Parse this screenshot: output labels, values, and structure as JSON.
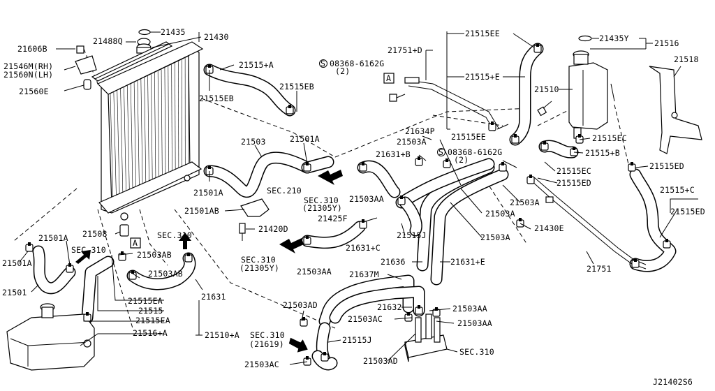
{
  "diagram_id": "J21402S6",
  "labels": {
    "p21435": "21435",
    "p21430": "21430",
    "p21488q": "21488Q",
    "p21606b": "21606B",
    "p21546m": "21546M(RH)",
    "p21560n": "21560N(LH)",
    "p21560e": "21560E",
    "p21515a": "21515+A",
    "p21515eb1": "21515EB",
    "p21515eb2": "21515EB",
    "p21503": "21503",
    "p21501a_top": "21501A",
    "p21501a_mid": "21501A",
    "p21501ab": "21501AB",
    "p21420d": "21420D",
    "sec210": "SEC.210",
    "sec310_a": "SEC.310",
    "sec310_a2": "(21305Y)",
    "p21503aa_1": "21503AA",
    "p21425f": "21425F",
    "p21631c": "21631+C",
    "sec310_b": "SEC.310",
    "sec310_b2": "(21305Y)",
    "p21503aa_2": "21503AA",
    "p21508": "21508",
    "p21501a_left": "21501A",
    "sec310_c": "SEC.310",
    "p21501a_left2": "21501A",
    "p21501": "21501",
    "box_a1": "A",
    "p21503ab_1": "21503AB",
    "p21503ab_2": "21503AB",
    "sec310_d": "SEC.310",
    "p21631": "21631",
    "p21515ea_1": "21515EA",
    "p21515": "21515",
    "p21515ea_2": "21515EA",
    "p21516a": "21516+A",
    "p21510a": "21510+A",
    "p21751d": "21751+D",
    "bolt1": "08368-6162G",
    "bolt1_qty": "(2)",
    "box_a2": "A",
    "p21515ee_1": "21515EE",
    "p21515e": "21515+E",
    "p21515ee_2": "21515EE",
    "p21634p": "21634P",
    "p21503a_1": "21503A",
    "p21631b": "21631+B",
    "bolt2": "08368-6162G",
    "bolt2_qty": "(2)",
    "p21503a_2": "21503A",
    "p21503a_3": "21503A",
    "p21503a_4": "21503A",
    "p21515j_1": "21515J",
    "p21636": "21636",
    "p21631e": "21631+E",
    "p21430e": "21430E",
    "p21637m": "21637M",
    "p21632": "21632",
    "p21503ad_1": "21503AD",
    "p21503ac_1": "21503AC",
    "p21503aa_3": "21503AA",
    "p21503aa_4": "21503AA",
    "sec310_e": "SEC.310",
    "sec310_e2": "(21619)",
    "p21515j_2": "21515J",
    "p21503ac_2": "21503AC",
    "p21503ad_2": "21503AD",
    "sec310_f": "SEC.310",
    "p21435y": "21435Y",
    "p21516": "21516",
    "p21518": "21518",
    "p21510": "21510",
    "p21515ec_1": "21515EC",
    "p21515b": "21515+B",
    "p21515ec_2": "21515EC",
    "p21515ed_1": "21515ED",
    "p21515ed_2": "21515ED",
    "p21515c": "21515+C",
    "p21515ed_3": "21515ED",
    "p21751": "21751"
  }
}
